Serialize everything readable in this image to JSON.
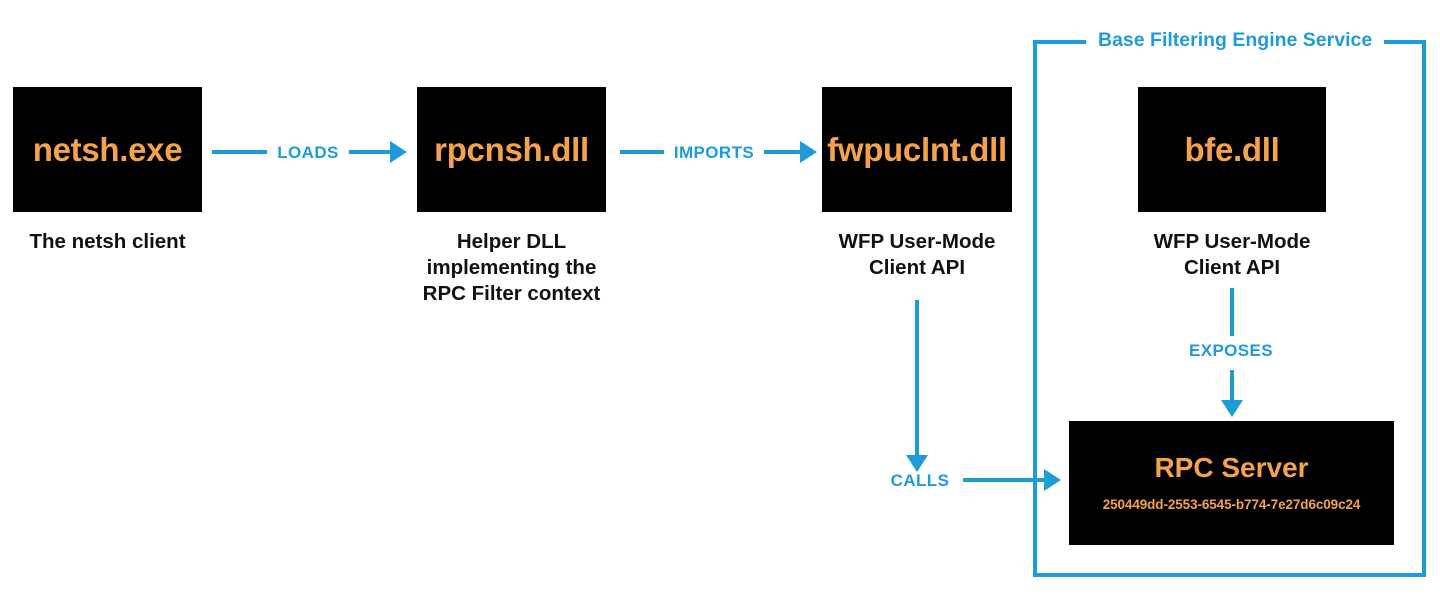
{
  "diagram": {
    "title_visible": false,
    "colors": {
      "accent_blue": "#1f9bd8",
      "module_text_orange": "#f5a24b",
      "module_fill": "#000000",
      "caption_text": "#111111",
      "background": "#ffffff"
    },
    "nodes": [
      {
        "id": "netsh",
        "title": "netsh.exe",
        "caption": "The netsh client"
      },
      {
        "id": "rpcnsh",
        "title": "rpcnsh.dll",
        "caption": "Helper DLL implementing the RPC Filter context",
        "caption_lines": [
          "Helper DLL",
          "implementing the",
          "RPC Filter context"
        ]
      },
      {
        "id": "fwpuclnt",
        "title": "fwpuclnt.dll",
        "caption": "WFP User-Mode Client API",
        "caption_lines": [
          "WFP User-Mode",
          "Client API"
        ]
      },
      {
        "id": "bfe",
        "title": "bfe.dll",
        "caption": "WFP User-Mode Client API",
        "caption_lines": [
          "WFP User-Mode",
          "Client API"
        ]
      }
    ],
    "container": {
      "label": "Base Filtering Engine Service"
    },
    "rpc_server": {
      "title": "RPC Server",
      "guid": "250449dd-2553-6545-b774-7e27d6c09c24"
    },
    "edges": [
      {
        "id": "loads",
        "label": "LOADS",
        "from": "netsh",
        "to": "rpcnsh"
      },
      {
        "id": "imports",
        "label": "IMPORTS",
        "from": "rpcnsh",
        "to": "fwpuclnt"
      },
      {
        "id": "calls",
        "label": "CALLS",
        "from": "fwpuclnt",
        "to": "rpc_server"
      },
      {
        "id": "exposes",
        "label": "EXPOSES",
        "from": "bfe",
        "to": "rpc_server"
      }
    ]
  }
}
